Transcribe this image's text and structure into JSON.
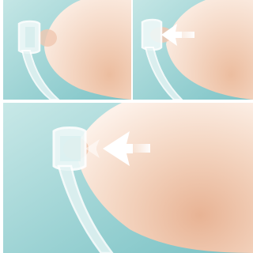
{
  "illustration": {
    "panels": [
      {
        "name": "panel-resting",
        "arrow": false
      },
      {
        "name": "panel-suction",
        "arrow": true
      },
      {
        "name": "panel-suction-closeup",
        "arrow": true
      }
    ],
    "colors": {
      "background_light": "#b8e0e0",
      "background_dark": "#7cc5c8",
      "skin_light": "#fbeee4",
      "skin_mid": "#f3d1bb",
      "skin_dark": "#e3ab8c",
      "shield": "#eaf6f6",
      "arrow": "#ffffff"
    },
    "icons": [
      "breast-icon",
      "breast-shield-icon",
      "suction-arrow-icon"
    ]
  }
}
